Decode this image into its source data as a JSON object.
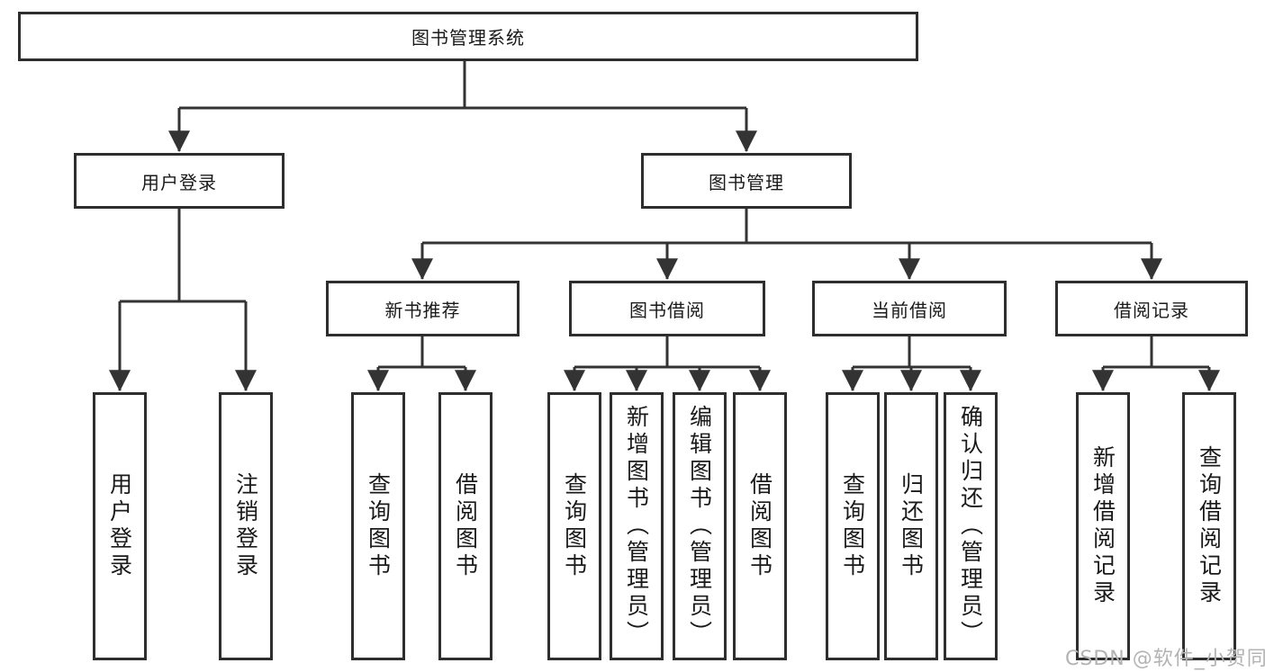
{
  "tree": {
    "root": "图书管理系统",
    "children": [
      {
        "label": "用户登录",
        "children": [
          {
            "label": "用户登录"
          },
          {
            "label": "注销登录"
          }
        ]
      },
      {
        "label": "图书管理",
        "children": [
          {
            "label": "新书推荐",
            "children": [
              {
                "label": "查询图书"
              },
              {
                "label": "借阅图书"
              }
            ]
          },
          {
            "label": "图书借阅",
            "children": [
              {
                "label": "查询图书"
              },
              {
                "label": "新增图书（管理员）"
              },
              {
                "label": "编辑图书（管理员）"
              },
              {
                "label": "借阅图书"
              }
            ]
          },
          {
            "label": "当前借阅",
            "children": [
              {
                "label": "查询图书"
              },
              {
                "label": "归还图书"
              },
              {
                "label": "确认归还（管理员）"
              }
            ]
          },
          {
            "label": "借阅记录",
            "children": [
              {
                "label": "新增借阅记录"
              },
              {
                "label": "查询借阅记录"
              }
            ]
          }
        ]
      }
    ]
  },
  "watermark": "CSDN @软件_小贺同学",
  "colors": {
    "line": "#333333",
    "box_border": "#2e2e2e",
    "text": "#1a1a1a",
    "watermark": "#b3b3b3",
    "background": "#ffffff"
  }
}
